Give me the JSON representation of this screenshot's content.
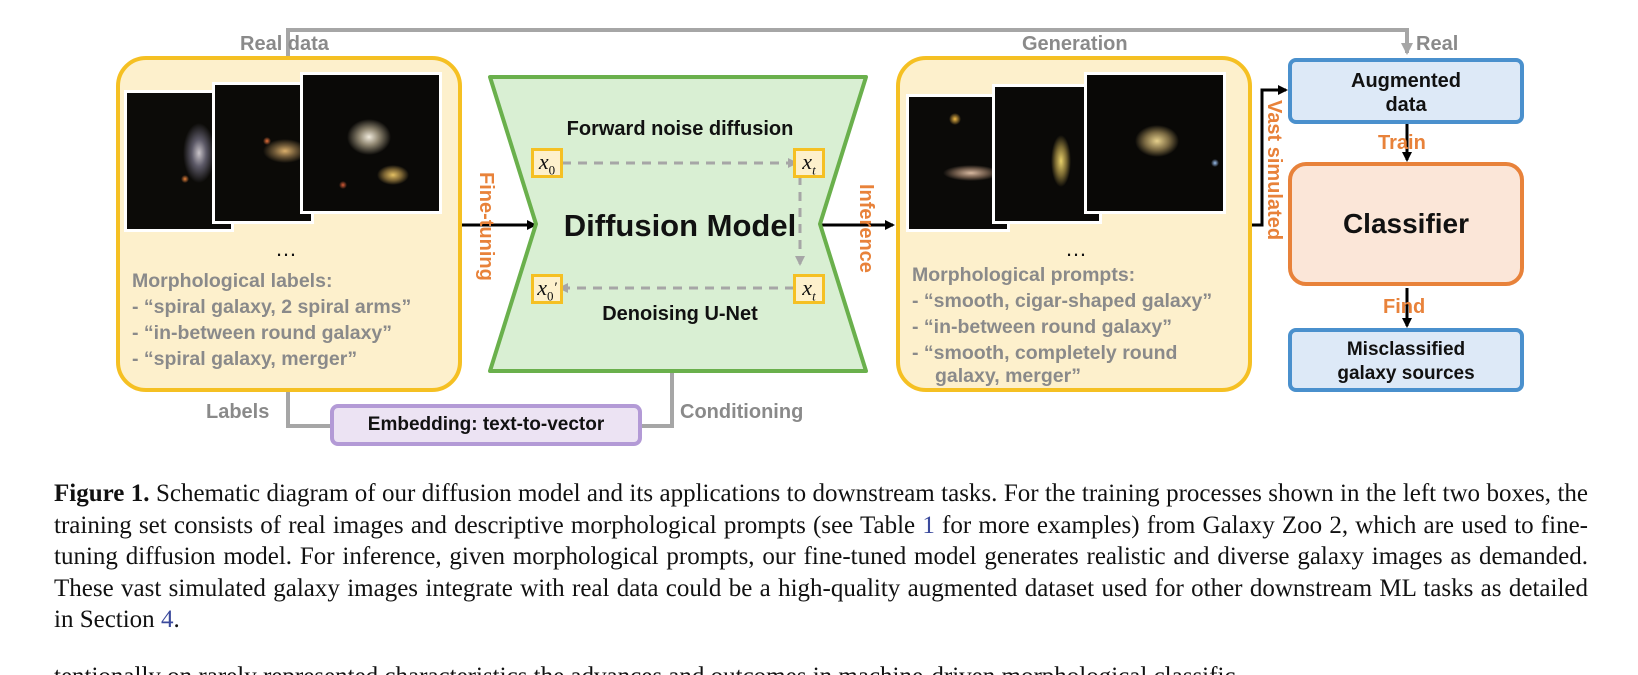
{
  "colors": {
    "yellow_fill": "#fdf0cc",
    "yellow_border": "#f5c023",
    "green_fill": "#d9efd3",
    "green_border": "#6ab04c",
    "blue_fill": "#dde9f7",
    "blue_border": "#4a90cd",
    "orange_fill": "#fbe6d8",
    "orange_border": "#e8823a",
    "purple_fill": "#ece3f3",
    "purple_border": "#b39ad6",
    "gray_arrow": "#a6a6a6",
    "orange_text": "#e8823a"
  },
  "flow": {
    "real_data": "Real data",
    "generation": "Generation",
    "real": "Real",
    "fine_tuning": "Fine-tuning",
    "inference": "Inference",
    "vast_simulated": "Vast simulated",
    "labels": "Labels",
    "conditioning": "Conditioning",
    "train": "Train",
    "find": "Find"
  },
  "real_panel": {
    "ellipsis": "…",
    "heading": "Morphological labels:",
    "items": [
      "- “spiral galaxy, 2 spiral arms”",
      "- “in-between round galaxy”",
      "- “spiral galaxy, merger”"
    ]
  },
  "diffusion": {
    "title": "Diffusion Model",
    "forward": "Forward noise diffusion",
    "denoise": "Denoising U-Net",
    "x0": "x",
    "x0_sub": "0",
    "xt": "x",
    "xt_sub": "t",
    "x0p": "x",
    "x0p_sub": "0",
    "x0p_prime": "′"
  },
  "generated_panel": {
    "ellipsis": "…",
    "heading": "Morphological prompts:",
    "items": [
      "- “smooth, cigar-shaped galaxy”",
      "- “in-between round galaxy”",
      "- “smooth, completely round",
      "galaxy, merger”"
    ]
  },
  "embedding": "Embedding: text-to-vector",
  "augmented": {
    "line1": "Augmented",
    "line2": "data"
  },
  "classifier": "Classifier",
  "misclassified": {
    "line1": "Misclassified",
    "line2": "galaxy sources"
  },
  "caption": {
    "label": "Figure 1.",
    "text_1": " Schematic diagram of our diffusion model and its applications to downstream tasks. For the training processes shown in the left two boxes, the training set consists of real images and descriptive morphological prompts (see Table ",
    "ref_table": "1",
    "text_2": " for more examples) from Galaxy Zoo 2, which are used to fine-tuning diffusion model. For inference, given morphological prompts, our fine-tuned model generates realistic and diverse galaxy images as demanded. These vast simulated galaxy images integrate with real data could be a high-quality augmented dataset used for other downstream ML tasks as detailed in Section ",
    "ref_section": "4",
    "text_3": "."
  },
  "next_line": "tentionally on rarely represented characteristics the advances and outcomes in machine-driven morphological classific"
}
